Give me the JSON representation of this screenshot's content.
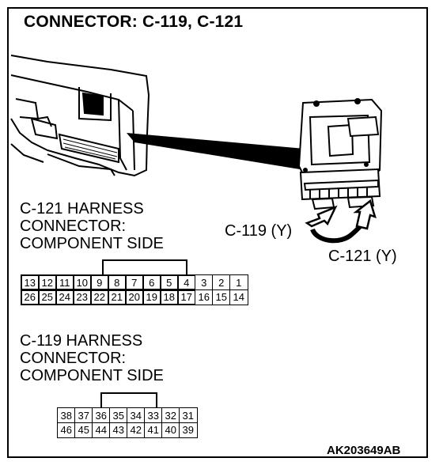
{
  "title": "CONNECTOR: C-119, C-121",
  "c121_label": "C-121 HARNESS\nCONNECTOR:\nCOMPONENT SIDE",
  "c119_label": "C-119 HARNESS\nCONNECTOR:\nCOMPONENT SIDE",
  "callouts": {
    "c119": "C-119 (Y)",
    "c121": "C-121 (Y)"
  },
  "reference_code": "AK203649AB",
  "c121_pins": {
    "top": [
      "13",
      "12",
      "11",
      "10",
      "9",
      "8",
      "7",
      "6",
      "5",
      "4",
      "3",
      "2",
      "1"
    ],
    "bottom": [
      "26",
      "25",
      "24",
      "23",
      "22",
      "21",
      "20",
      "19",
      "18",
      "17",
      "16",
      "15",
      "14"
    ]
  },
  "c119_pins": {
    "top": [
      "38",
      "37",
      "36",
      "35",
      "34",
      "33",
      "32",
      "31"
    ],
    "bottom": [
      "46",
      "45",
      "44",
      "43",
      "42",
      "41",
      "40",
      "39"
    ]
  }
}
